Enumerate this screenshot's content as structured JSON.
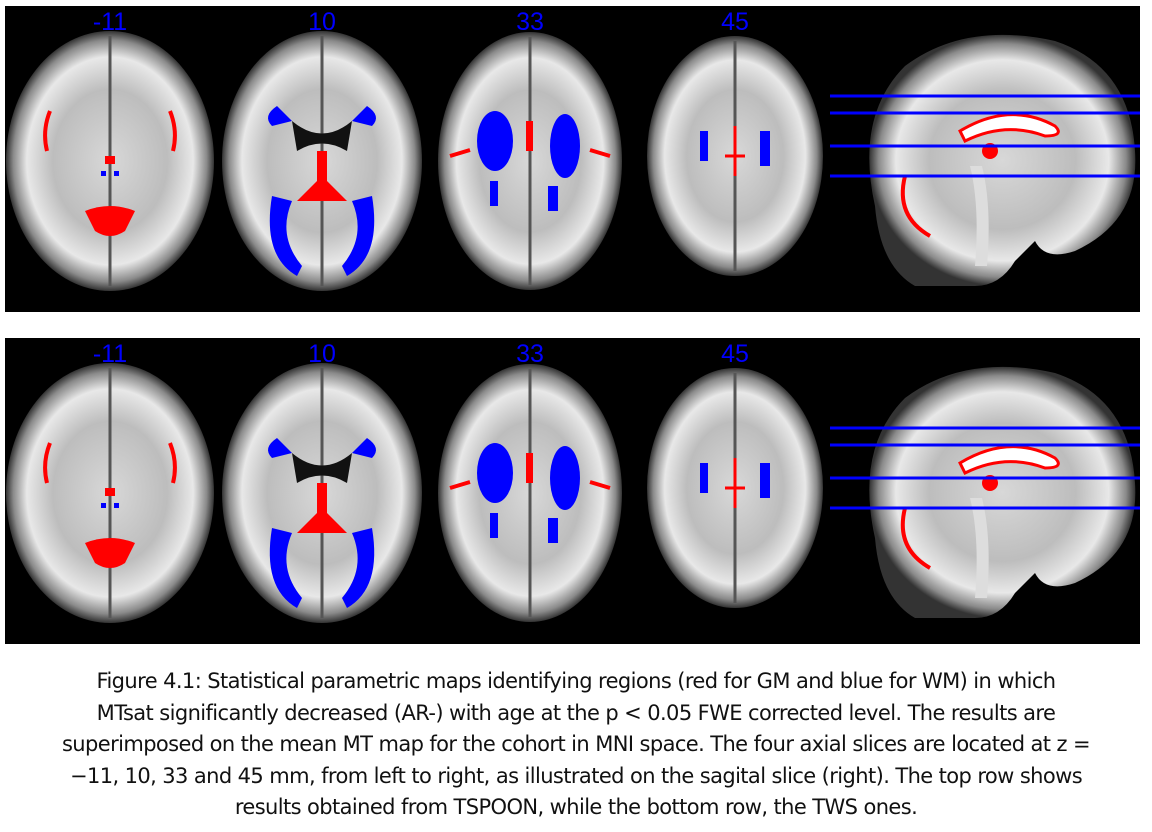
{
  "figure": {
    "rows": [
      {
        "name": "TSPOON",
        "slice_labels": [
          "-11",
          "10",
          "33",
          "45"
        ]
      },
      {
        "name": "TWS",
        "slice_labels": [
          "-11",
          "10",
          "33",
          "45"
        ]
      }
    ],
    "colors": {
      "gm": "#ff0000",
      "wm": "#0000ff",
      "background": "#000000"
    },
    "caption": {
      "lines": [
        "Figure 4.1: Statistical parametric maps identifying regions (red for GM and blue for WM) in which",
        "MTsat significantly decreased (AR-) with age at the p < 0.05 FWE corrected level.  The results are",
        "superimposed on the mean MT map for the cohort in MNI space.  The four axial slices are located at z =",
        "−11, 10, 33 and 45 mm, from left to right, as illustrated on the sagital slice (right).  The top row shows",
        "results obtained from TSPOON, while the bottom row, the TWS ones."
      ]
    }
  }
}
